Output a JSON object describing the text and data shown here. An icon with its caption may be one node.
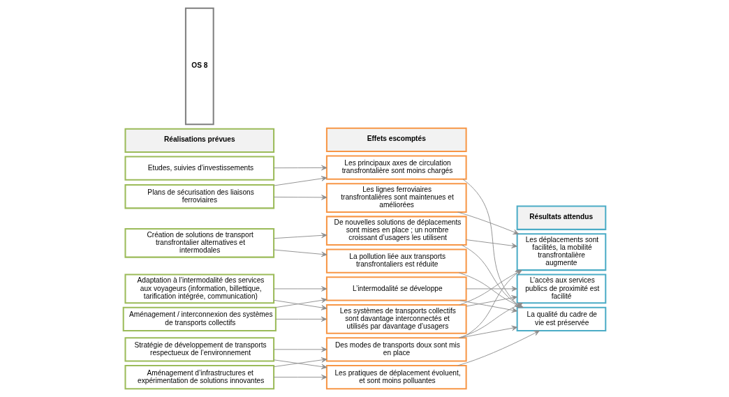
{
  "diagram": {
    "nodes": [
      {
        "text": [
          "Réalisations prévues"
        ]
      },
      {
        "text": [
          "Effets escomptés"
        ]
      },
      {
        "text": [
          "Résultats attendus"
        ]
      },
      {
        "text": [
          "OS 8"
        ]
      },
      {
        "text": [
          "Etudes, suivies d’investissements"
        ]
      },
      {
        "text": [
          "Plans de sécurisation des liaisons ferroviaires"
        ]
      },
      {
        "text": [
          "Création de solutions de transport transfrontalier alternatives et intermodales"
        ]
      },
      {
        "text": [
          "Adaptation à l’intermodalité des services aux voyageurs (information, billettique, tarification intégrée, communication)"
        ]
      },
      {
        "text": [
          "Aménagement / interconnexion des systèmes de transports collectifs"
        ]
      },
      {
        "text": [
          "Stratégie de développement de transports respectueux de l’environnement"
        ]
      },
      {
        "text": [
          "Aménagement d’infrastructures et expérimentation de solutions innovantes"
        ]
      },
      {
        "text": [
          "Les principaux axes de circulation transfrontalière sont moins chargés"
        ]
      },
      {
        "text": [
          "Les lignes ferroviaires transfrontalières sont maintenues et améliorées"
        ]
      },
      {
        "text": [
          "De nouvelles solutions de déplacements sont mises en place ; un nombre croissant d’usagers les utilisent"
        ]
      },
      {
        "text": [
          "La pollution liée aux transports transfrontaliers est réduite"
        ]
      },
      {
        "text": [
          "L’intermodalité se développe"
        ]
      },
      {
        "text": [
          "Les systèmes de transports collectifs sont davantage interconnectés et utilisés par davantage d’usagers"
        ]
      },
      {
        "text": [
          "Des modes de transports doux sont mis en place"
        ]
      },
      {
        "text": [
          "Les pratiques de déplacement évoluent, et sont moins polluantes"
        ]
      },
      {
        "text": [
          "Les déplacements sont facilités, la mobilité transfrontalière augmente"
        ]
      },
      {
        "text": [
          "L’accès aux services publics de proximité est facilité"
        ]
      },
      {
        "text": [
          "La qualité du cadre de vie est préservée"
        ]
      }
    ],
    "edges": [
      {
        "from": 4,
        "to": 11,
        "arrow": "to"
      },
      {
        "from": 5,
        "to": 11,
        "arrow": "to"
      },
      {
        "from": 5,
        "to": 12,
        "arrow": "to"
      },
      {
        "from": 6,
        "to": 13,
        "arrow": "to"
      },
      {
        "from": 6,
        "to": 14,
        "arrow": "to"
      },
      {
        "from": 7,
        "to": 15,
        "arrow": "to"
      },
      {
        "from": 7,
        "to": 16,
        "arrow": "to"
      },
      {
        "from": 8,
        "to": 15,
        "arrow": "to"
      },
      {
        "from": 8,
        "to": 16,
        "arrow": "to"
      },
      {
        "from": 9,
        "to": 17,
        "arrow": "to"
      },
      {
        "from": 9,
        "to": 18,
        "arrow": "to"
      },
      {
        "from": 10,
        "to": 17,
        "arrow": "to"
      },
      {
        "from": 10,
        "to": 18,
        "arrow": "to"
      },
      {
        "from": 11,
        "to": 21,
        "arrow": "to"
      },
      {
        "from": 12,
        "to": 19,
        "arrow": "to"
      },
      {
        "from": 13,
        "to": 19,
        "arrow": "to"
      },
      {
        "from": 13,
        "to": 21,
        "arrow": "to"
      },
      {
        "from": 14,
        "to": 21,
        "arrow": "to"
      },
      {
        "from": 15,
        "to": 20,
        "arrow": "to"
      },
      {
        "from": 15,
        "to": 21,
        "arrow": "to"
      },
      {
        "from": 16,
        "to": 19,
        "arrow": "to"
      },
      {
        "from": 16,
        "to": 20,
        "arrow": "to"
      },
      {
        "from": 17,
        "to": 19,
        "arrow": "to"
      },
      {
        "from": 17,
        "to": 20,
        "arrow": "to"
      },
      {
        "from": 17,
        "to": 21,
        "arrow": "to"
      },
      {
        "from": 18,
        "to": 21,
        "arrow": "to"
      }
    ]
  }
}
